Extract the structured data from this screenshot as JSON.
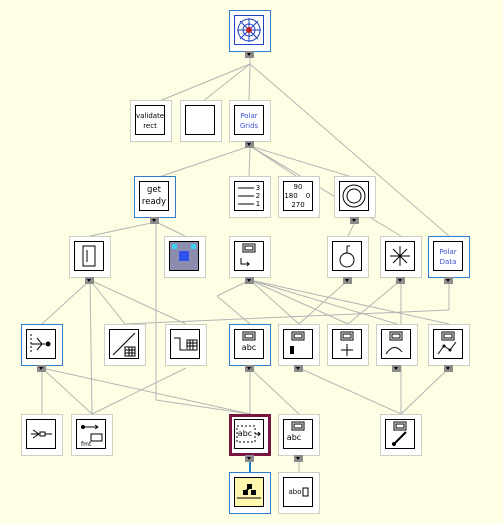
{
  "diagram": {
    "nodes": {
      "root": {
        "icon": "polar-plot-icon"
      },
      "validate_rect": {
        "lines": [
          "validate",
          "rect"
        ]
      },
      "blank_box": {
        "icon": "empty-square-icon"
      },
      "polar_grids": {
        "lines": [
          "Polar",
          "Grids"
        ]
      },
      "get_ready": {
        "lines": [
          "get",
          "ready"
        ]
      },
      "numbered_lines": {
        "lines": [
          "3",
          "2",
          "1"
        ]
      },
      "angle_labels": {
        "lines": [
          "90",
          "180",
          "0",
          "270"
        ]
      },
      "concentric_circles": {
        "icon": "concentric-circles-icon"
      },
      "bracket_box": {
        "icon": "bracket-icon"
      },
      "blue_square": {
        "icon": "blue-square-icon"
      },
      "window_arrow": {
        "icon": "window-arrow-icon"
      },
      "circle_pin": {
        "icon": "circle-pin-icon"
      },
      "asterisk": {
        "icon": "asterisk-icon"
      },
      "polar_data": {
        "lines": [
          "Polar",
          "Data"
        ]
      },
      "plot_arrow": {
        "icon": "plot-arrow-icon"
      },
      "slash_grid": {
        "icon": "slash-grid-icon"
      },
      "branch_grid": {
        "icon": "branch-grid-icon"
      },
      "abc_text": {
        "label": "abc"
      },
      "window_chart": {
        "icon": "window-chart-icon"
      },
      "window_cross": {
        "icon": "window-cross-icon"
      },
      "window_curve": {
        "icon": "window-curve-icon"
      },
      "window_scatter": {
        "icon": "window-scatter-icon"
      },
      "node_line": {
        "icon": "node-line-icon"
      },
      "text_file": {
        "icon": "text-file-icon"
      },
      "abc_arrow": {
        "label": "abc"
      },
      "abc_window": {
        "label": "abc"
      },
      "brush_window": {
        "icon": "brush-icon"
      },
      "tree_node": {
        "icon": "tree-icon"
      },
      "abo_box": {
        "label": "abo"
      }
    }
  }
}
